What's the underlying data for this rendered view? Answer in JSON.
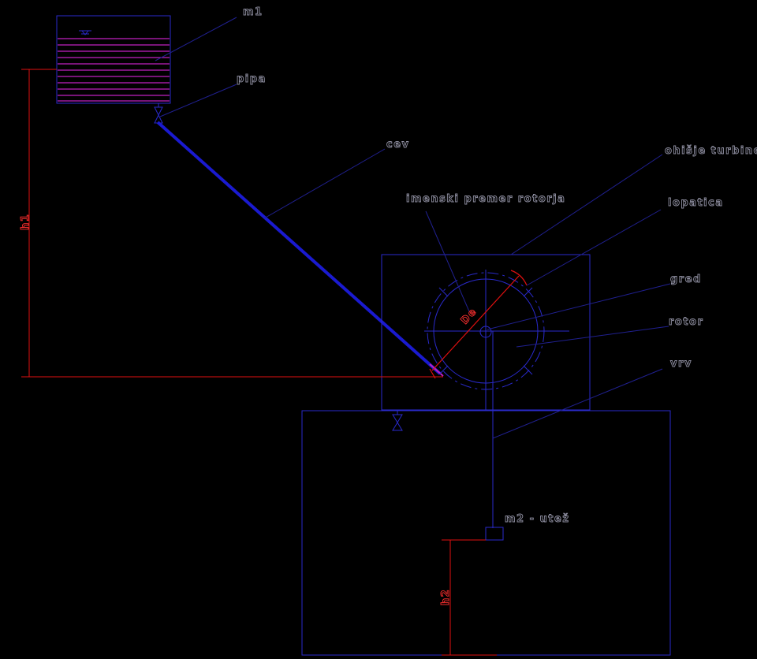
{
  "colors": {
    "background": "#000000",
    "outline": "#2a2acc",
    "pipe": "#1a1ad0",
    "leader": "#202090",
    "dimension": "#e01010",
    "water_lines": "#c020c0",
    "label": "#8e8ea0"
  },
  "labels": {
    "m1": "m1",
    "pipa": "pipa",
    "cev": "cev",
    "ohisje_turbine": "ohišje turbine",
    "imenski_premer": "imenski premer rotorja",
    "lopatica": "lopatica",
    "gred": "gred",
    "rotor": "rotor",
    "vrv": "vrv",
    "m2_utez": "m2 - utež",
    "h1": "h1",
    "h2": "h2",
    "de": "De"
  },
  "icons": {
    "valve_top": "valve-icon",
    "valve_bottom": "valve-icon",
    "water_level": "water-level-icon",
    "weight": "weight-block-icon"
  }
}
